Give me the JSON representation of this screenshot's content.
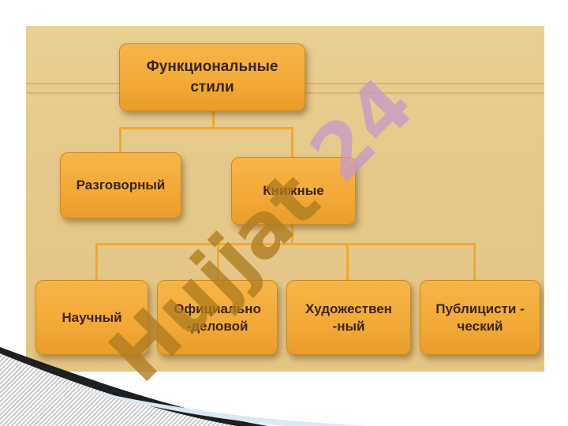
{
  "diagram": {
    "root": "Функциональные\nстили",
    "level1": [
      "Разговорный",
      "Книжные"
    ],
    "level2": [
      "Научный",
      "Официально\n-деловой",
      "Художествен\n-ный",
      "Публицисти -\nческий"
    ]
  },
  "watermark": {
    "text": "Hujjat24"
  },
  "colors": {
    "node_fill": "#f2a936",
    "node_border": "#c98a28",
    "connector": "#f0a92c",
    "panel_bg": "#e6c98a",
    "watermark_main": "#b07b1f",
    "watermark_accent": "#c79ac4"
  }
}
